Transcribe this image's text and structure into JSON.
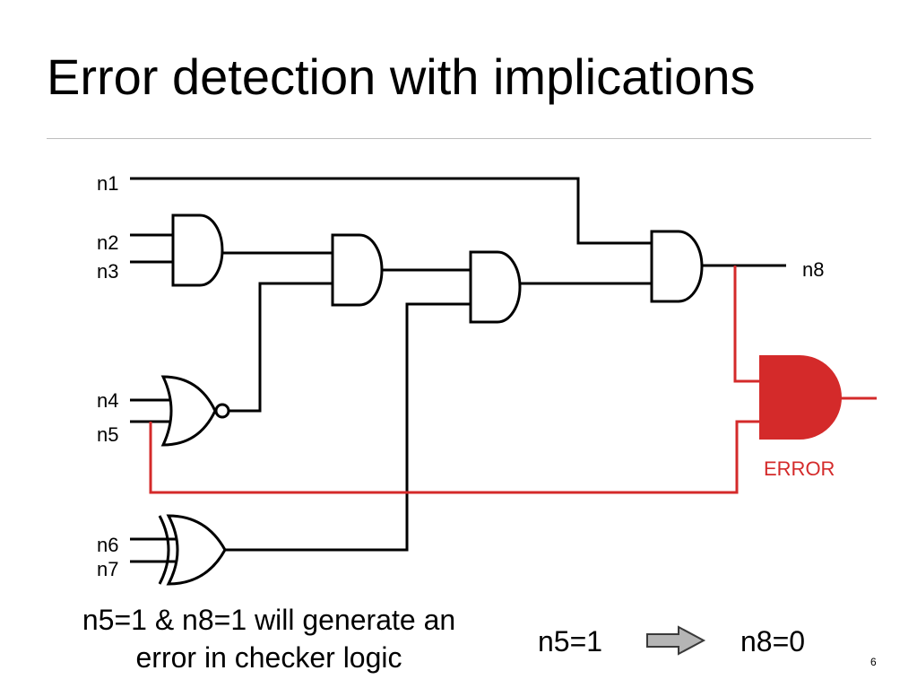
{
  "title": "Error detection with implications",
  "signals": {
    "n1": "n1",
    "n2": "n2",
    "n3": "n3",
    "n4": "n4",
    "n5": "n5",
    "n6": "n6",
    "n7": "n7",
    "n8": "n8"
  },
  "checker_label": "ERROR",
  "caption": {
    "line1": "n5=1 & n8=1 will generate an",
    "line2": "error in checker logic"
  },
  "implication": {
    "lhs": "n5=1",
    "rhs": "n8=0"
  },
  "page_number": "6",
  "colors": {
    "wire": "#000000",
    "checker": "#d42a2a",
    "arrow_fill": "#b5b5b5",
    "rule": "#bdbdbd"
  }
}
